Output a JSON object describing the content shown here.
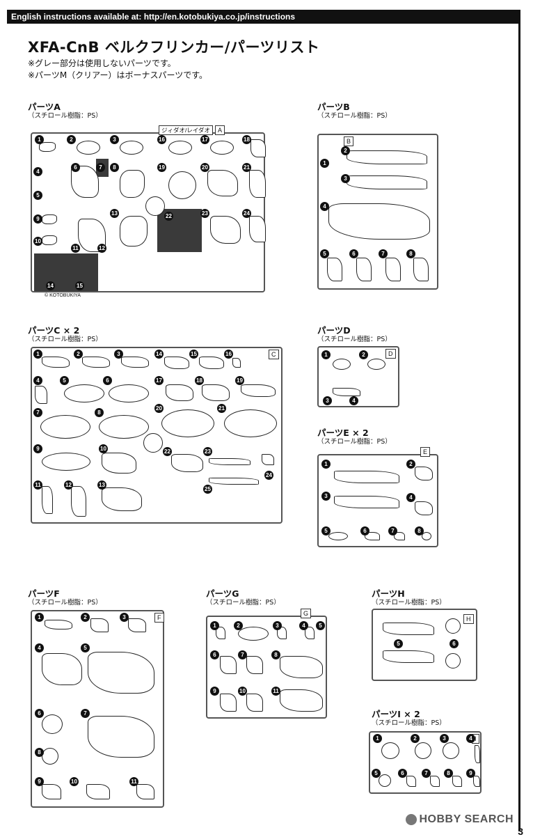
{
  "header": {
    "url_banner": "English instructions available at: http://en.kotobukiya.co.jp/instructions",
    "title": "XFA-CnB ベルクフリンカー/パーツリスト",
    "notes": [
      "※グレー部分は使用しないパーツです。",
      "※パーツM（クリアー）はボーナスパーツです。"
    ]
  },
  "material": "（スチロール樹脂：PS）",
  "runners": {
    "A": {
      "title": "パーツA",
      "label": "A",
      "sublabel": "ジィダオ/レイダオ",
      "copyright": "© KOTOBUKIYA"
    },
    "B": {
      "title": "パーツB",
      "label": "B"
    },
    "C": {
      "title": "パーツC × 2",
      "label": "C"
    },
    "D": {
      "title": "パーツD",
      "label": "D"
    },
    "E": {
      "title": "パーツE × 2",
      "label": "E"
    },
    "F": {
      "title": "パーツF",
      "label": "F"
    },
    "G": {
      "title": "パーツG",
      "label": "G"
    },
    "H": {
      "title": "パーツH",
      "label": "H"
    },
    "I": {
      "title": "パーツI × 2",
      "label": "I"
    }
  },
  "footer": {
    "watermark": "HOBBY SEARCH",
    "page": "3"
  }
}
